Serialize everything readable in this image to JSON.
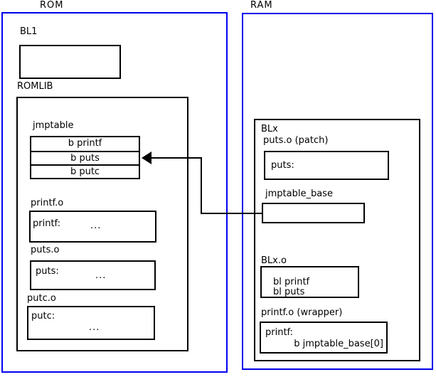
{
  "diagram": {
    "colors": {
      "frame_blue": "#0000ee",
      "line_black": "#000000"
    },
    "rom": {
      "title": "ROM",
      "bl1_label": "BL1",
      "romlib_label": "ROMLIB",
      "jmptable": {
        "label": "jmptable",
        "rows": [
          "b printf",
          "b puts",
          "b putc"
        ]
      },
      "printf_o": {
        "label": "printf.o",
        "symbol": "printf:",
        "dots": "..."
      },
      "puts_o": {
        "label": "puts.o",
        "symbol": "puts:",
        "dots": "..."
      },
      "putc_o": {
        "label": "putc.o",
        "symbol": "putc:",
        "dots": "..."
      }
    },
    "ram": {
      "title": "RAM",
      "blx_label": "BLx",
      "puts_patch": {
        "label": "puts.o (patch)",
        "symbol": "puts:"
      },
      "jmptable_base": {
        "label": "jmptable_base"
      },
      "blx_o": {
        "label": "BLx.o",
        "lines": [
          "bl printf",
          "bl puts"
        ]
      },
      "printf_wrapper": {
        "label": "printf.o (wrapper)",
        "symbol": "printf:",
        "code": "b jmptable_base[0]"
      }
    }
  }
}
